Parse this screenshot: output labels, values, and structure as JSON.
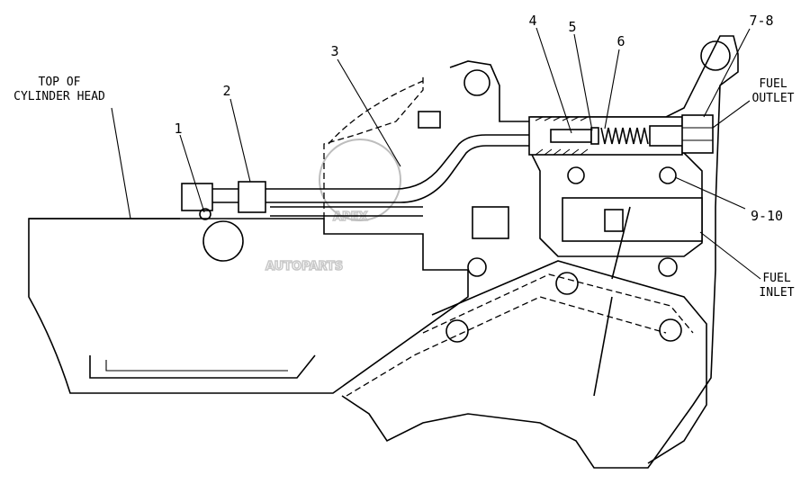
{
  "labels": {
    "top_of_cylinder_head": [
      "TOP OF",
      "CYLINDER HEAD"
    ],
    "fuel_outlet": [
      "FUEL",
      "OUTLET"
    ],
    "fuel_inlet": [
      "FUEL",
      "INLET"
    ]
  },
  "callouts": {
    "c1": "1",
    "c2": "2",
    "c3": "3",
    "c4": "4",
    "c5": "5",
    "c6": "6",
    "c7_8": "7-8",
    "c9_10": "9-10"
  },
  "watermark": [
    "APEX",
    "AUTOPARTS"
  ]
}
